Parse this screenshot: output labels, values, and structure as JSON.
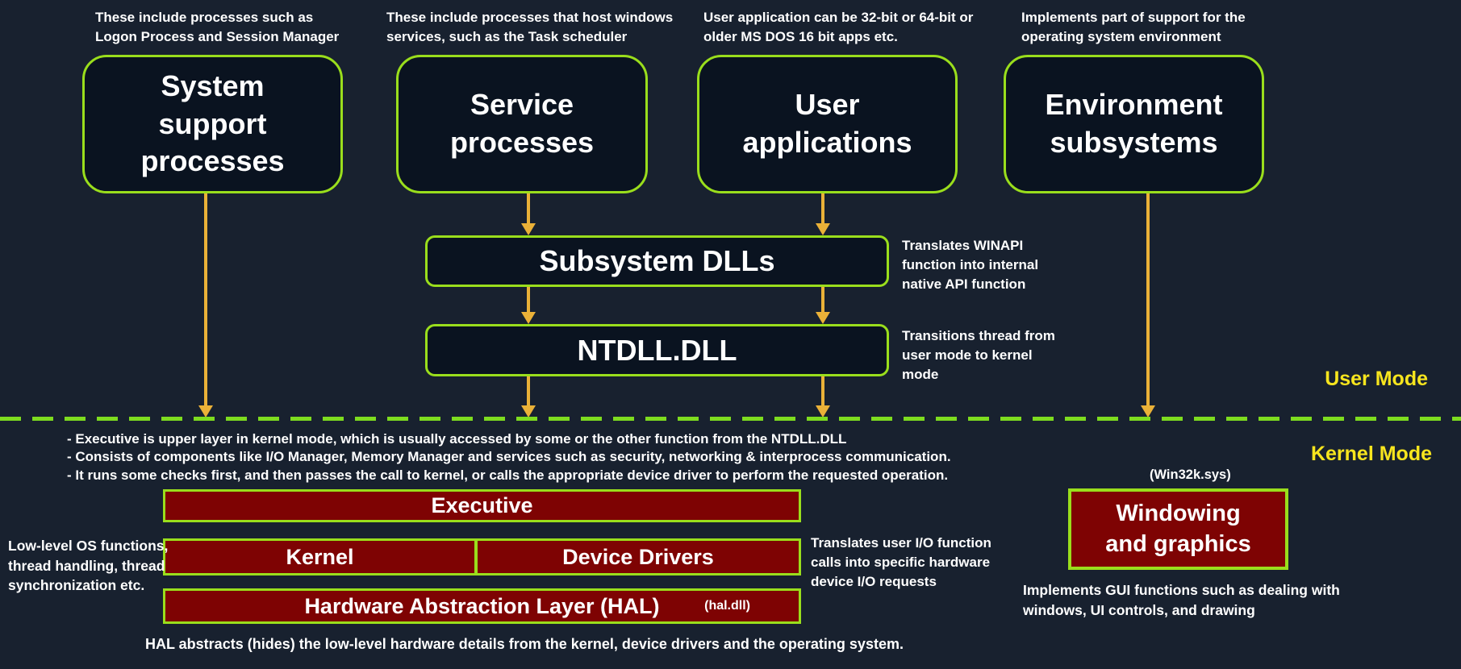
{
  "colors": {
    "background": "#18212f",
    "box_fill": "#0a1320",
    "green_border": "#9ade1c",
    "dash_green": "#7edc1f",
    "arrow_gold": "#eab138",
    "mode_yellow": "#f7e51e",
    "red_fill": "#7e0303",
    "text_white": "#ffffff"
  },
  "top_annotations": [
    {
      "text": "These include processes such as\nLogon Process and Session Manager"
    },
    {
      "text": "These include processes that host windows\nservices, such as the Task scheduler"
    },
    {
      "text": "User application can be 32-bit or 64-bit or\nolder MS DOS 16 bit apps etc."
    },
    {
      "text": "Implements part of support for the\noperating system environment"
    }
  ],
  "top_boxes": [
    {
      "label": "System\nsupport\nprocesses"
    },
    {
      "label": "Service\nprocesses"
    },
    {
      "label": "User\napplications"
    },
    {
      "label": "Environment\nsubsystems"
    }
  ],
  "mid_boxes": {
    "subsystem_dlls": {
      "label": "Subsystem DLLs",
      "note": "Translates WINAPI\nfunction into internal\nnative API function"
    },
    "ntdll": {
      "label": "NTDLL.DLL",
      "note": "Transitions thread from\nuser mode to kernel\nmode"
    }
  },
  "mode_divider": {
    "user_label": "User Mode",
    "kernel_label": "Kernel Mode"
  },
  "executive_notes": [
    "- Executive is upper layer in kernel mode, which is usually accessed by some or the other function from the NTDLL.DLL",
    "- Consists of components like I/O Manager, Memory Manager and services such as security, networking & interprocess communication.",
    "- It runs some checks first, and then passes the call to kernel, or calls the appropriate device driver to perform the requested operation."
  ],
  "kernel_stack": {
    "executive": "Executive",
    "kernel": "Kernel",
    "device_drivers": "Device Drivers",
    "hal": "Hardware Abstraction Layer (HAL)",
    "hal_file": "(hal.dll)"
  },
  "kernel_note_left": "Low-level OS functions,\nthread handling, thread\nsynchronization etc.",
  "io_note": "Translates user I/O function\ncalls into specific hardware\ndevice I/O requests",
  "windowing": {
    "file": "(Win32k.sys)",
    "label": "Windowing\nand graphics",
    "note": "Implements GUI functions such as dealing with\nwindows, UI controls, and drawing"
  },
  "hal_note": "HAL abstracts (hides) the low-level hardware details from the kernel, device drivers and the operating system."
}
